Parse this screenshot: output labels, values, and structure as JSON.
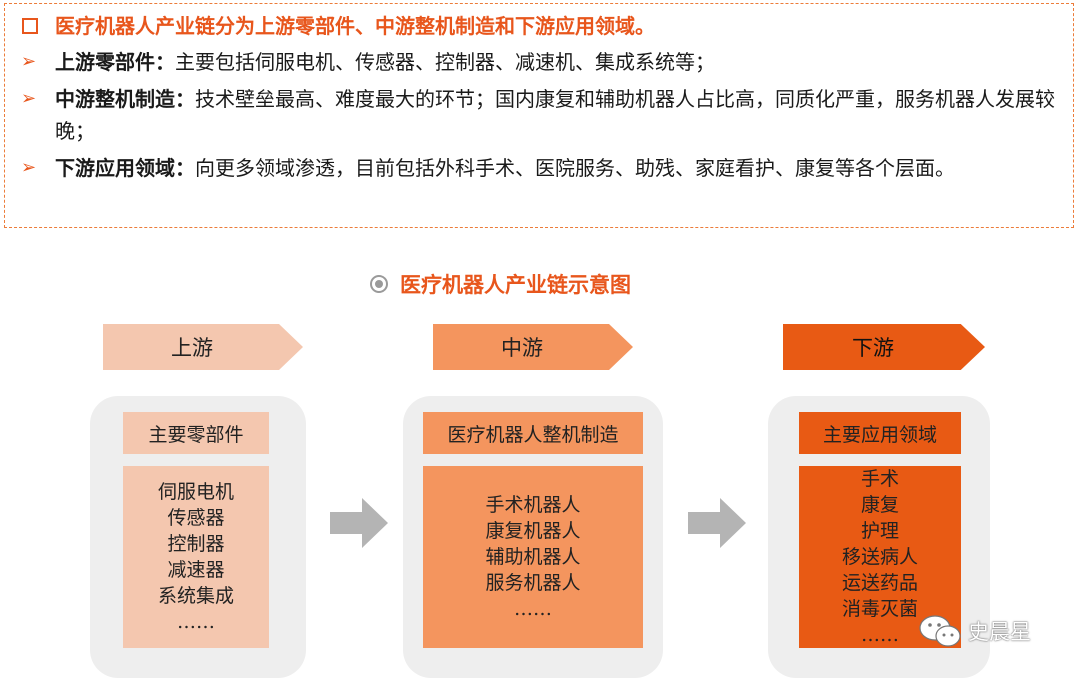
{
  "summary": {
    "title": "医疗机器人产业链分为上游零部件、中游整机制造和下游应用领域。",
    "bullets": [
      {
        "key": "上游零部件：",
        "text": "主要包括伺服电机、传感器、控制器、减速机、集成系统等；"
      },
      {
        "key": "中游整机制造：",
        "text": "技术壁垒最高、难度最大的环节；国内康复和辅助机器人占比高，同质化严重，服务机器人发展较晚；"
      },
      {
        "key": "下游应用领域：",
        "text": "向更多领域渗透，目前包括外科手术、医院服务、助残、家庭看护、康复等各个层面。"
      }
    ],
    "arrow_glyph": "➢"
  },
  "diagram": {
    "title": "医疗机器人产业链示意图",
    "stages": [
      {
        "label": "上游",
        "header": "主要零部件",
        "items": [
          "伺服电机",
          "传感器",
          "控制器",
          "减速器",
          "系统集成",
          "……"
        ]
      },
      {
        "label": "中游",
        "header": "医疗机器人整机制造",
        "items": [
          "手术机器人",
          "康复机器人",
          "辅助机器人",
          "服务机器人",
          "……"
        ]
      },
      {
        "label": "下游",
        "header": "主要应用领域",
        "items": [
          "手术",
          "康复",
          "护理",
          "移送病人",
          "运送药品",
          "消毒灭菌",
          "……"
        ]
      }
    ]
  },
  "watermark": {
    "text": "史晨星",
    "icon": "wechat-icon"
  },
  "colors": {
    "accent": "#e8561c",
    "upstream": "#f4c7af",
    "midstream": "#f4955e",
    "downstream": "#e85a14",
    "panel_bg": "#eeeeee",
    "arrow_gray": "#b4b4b4"
  }
}
